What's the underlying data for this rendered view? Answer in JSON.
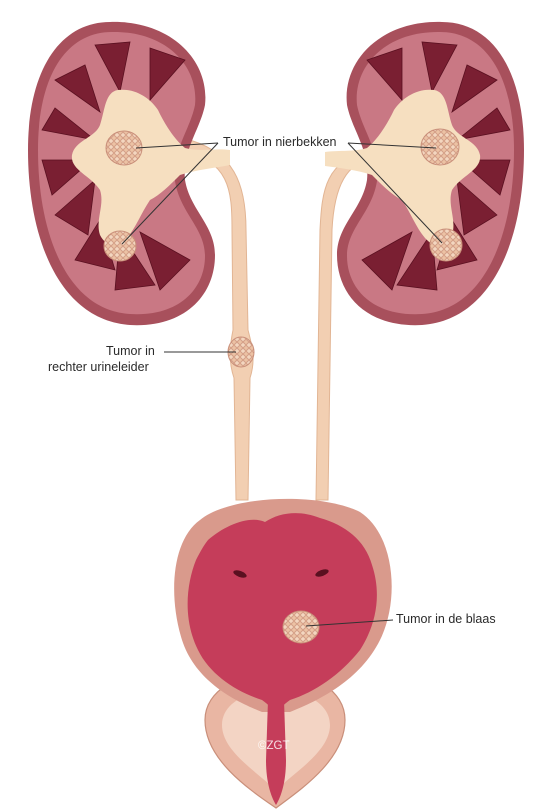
{
  "labels": {
    "tumor_renal_pelvis": "Tumor in nierbekken",
    "tumor_ureter_line1": "Tumor in",
    "tumor_ureter_line2": "rechter urineleider",
    "tumor_bladder": "Tumor in de blaas"
  },
  "copyright": "©ZGT",
  "colors": {
    "kidney_outer": "#a8505c",
    "kidney_cortex": "#c97884",
    "medulla": "#7a1f32",
    "pelvis": "#f6dfc0",
    "tumor": "#ecc2a4",
    "tumor_outline": "#c98f7a",
    "bladder_wall": "#d99a8c",
    "bladder_lumen": "#c53d5a",
    "line": "#333333"
  }
}
